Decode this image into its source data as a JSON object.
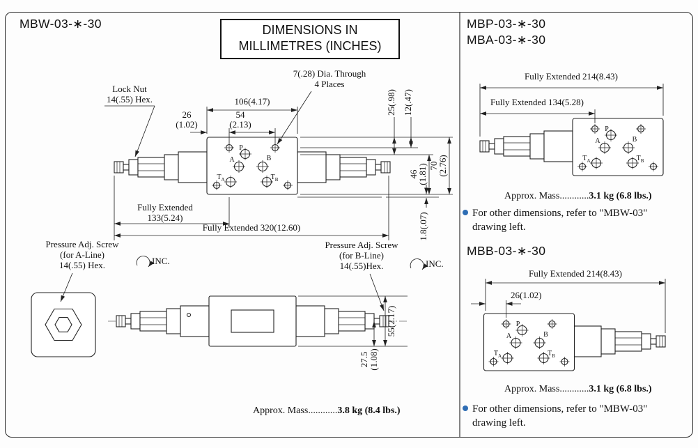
{
  "page": {
    "line_color": "#222222",
    "accent_blue": "#2e6db4",
    "background": "#fdfdfd"
  },
  "header": {
    "model_left": "MBW-03-∗-30",
    "dim_box_line1": "DIMENSIONS IN",
    "dim_box_line2": "MILLIMETRES (INCHES)"
  },
  "ports": {
    "p": "P",
    "a": "A",
    "b": "B",
    "t": "T",
    "sub_a": "A",
    "sub_b": "B"
  },
  "left": {
    "labels": {
      "lock_nut_1": "Lock Nut",
      "lock_nut_2": "14(.55) Hex.",
      "dia_1": "7(.28) Dia. Through",
      "dia_2": "4 Places",
      "d106": "106(4.17)",
      "d26": "26",
      "d26_in": "(1.02)",
      "d54": "54",
      "d54_in": "(2.13)",
      "d25": "25(.98)",
      "d12": "12(.47)",
      "d46": "46",
      "d46_in": "(1.81)",
      "d70": "70",
      "d70_in": "(2.76)",
      "d18": "1.8(.07)",
      "fe133_1": "Fully Extended",
      "fe133_2": "133(5.24)",
      "fe320": "Fully Extended 320(12.60)",
      "adj_a_1": "Pressure Adj. Screw",
      "adj_a_2": "(for A-Line)",
      "adj_a_3": "14(.55) Hex.",
      "adj_b_1": "Pressure Adj. Screw",
      "adj_b_2": "(for B-Line)",
      "adj_b_3": "14(.55)Hex.",
      "inc": "INC.",
      "d55": "55(2.17)",
      "d275": "27.5",
      "d275_in": "(1.08)"
    },
    "mass_label": "Approx. Mass............",
    "mass_value": "3.8 kg (8.4 lbs.)"
  },
  "right_top": {
    "model_1": "MBP-03-∗-30",
    "model_2": "MBA-03-∗-30",
    "fe214": "Fully Extended 214(8.43)",
    "fe134": "Fully Extended 134(5.28)",
    "mass_label": "Approx. Mass............",
    "mass_value": "3.1 kg (6.8 lbs.)",
    "note_1": "For other dimensions, refer to \"MBW-03\"",
    "note_2": "drawing  left."
  },
  "right_bottom": {
    "model": "MBB-03-∗-30",
    "fe214": "Fully Extended 214(8.43)",
    "d26": "26(1.02)",
    "mass_label": "Approx. Mass............",
    "mass_value": "3.1 kg (6.8 lbs.)",
    "note_1": "For other dimensions, refer to \"MBW-03\"",
    "note_2": "drawing left."
  }
}
